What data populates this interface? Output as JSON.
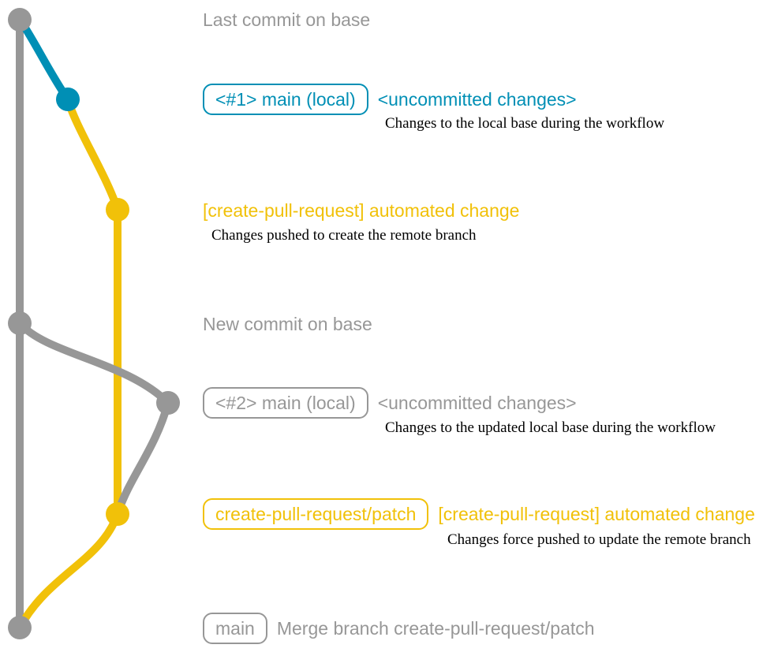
{
  "colors": {
    "base_gray": "#979797",
    "local_main_blue": "#008fb5",
    "patch_yellow": "#f1c109",
    "note_black": "#000000",
    "background": "#ffffff"
  },
  "headings": {
    "last_commit": "Last commit on base",
    "new_commit": "New commit on base"
  },
  "rows": {
    "local1": {
      "branch_label": "<#1> main (local)",
      "status": "<uncommitted changes>",
      "note": "Changes to the local base during the workflow"
    },
    "push1": {
      "message": "[create-pull-request] automated change",
      "note": "Changes pushed to create the remote branch"
    },
    "local2": {
      "branch_label": "<#2> main (local)",
      "status": "<uncommitted changes>",
      "note": "Changes to the updated local base during the workflow"
    },
    "push2": {
      "branch_label": "create-pull-request/patch",
      "message": "[create-pull-request] automated change",
      "note": "Changes force pushed to update the remote branch"
    },
    "merge": {
      "branch_label": "main",
      "message": "Merge branch create-pull-request/patch"
    }
  }
}
